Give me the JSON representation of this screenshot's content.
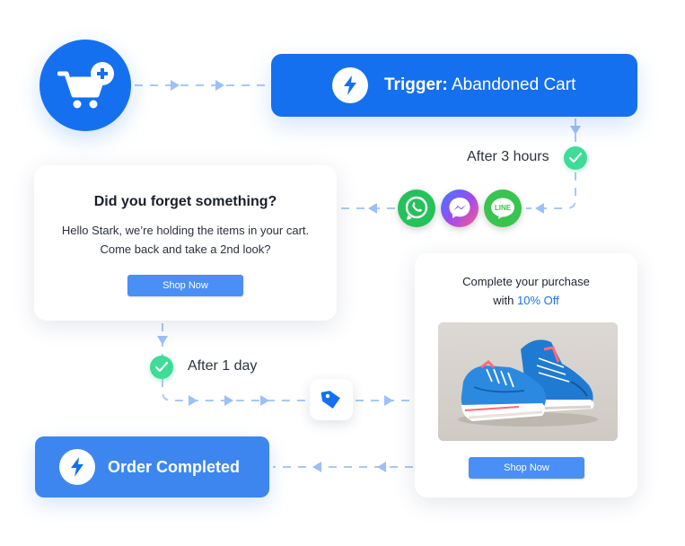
{
  "trigger": {
    "prefix": "Trigger:",
    "event": "Abandoned Cart"
  },
  "delay_1": {
    "label": "After 3 hours"
  },
  "channels": [
    {
      "name": "WhatsApp",
      "icon": "whatsapp-icon",
      "color": "#25c15a"
    },
    {
      "name": "Messenger",
      "icon": "messenger-icon",
      "color": "#8a4cf5"
    },
    {
      "name": "LINE",
      "icon": "line-icon",
      "color": "#39c34f",
      "text": "LINE"
    }
  ],
  "reminder_card": {
    "title": "Did you forget something?",
    "body": "Hello Stark, we’re holding the items in your cart. Come back and take a 2nd look?",
    "button": "Shop Now"
  },
  "delay_2": {
    "label": "After 1 day"
  },
  "offer_card": {
    "line1": "Complete your purchase",
    "line2_prefix": "with ",
    "line2_highlight": "10% Off",
    "button": "Shop Now"
  },
  "order": {
    "label": "Order Completed"
  },
  "colors": {
    "primary": "#1570ef",
    "order_bar": "#3d86f0",
    "button": "#4a8ff5",
    "check": "#3ddc97",
    "connector": "#9cc0f7",
    "highlight": "#1a73e8"
  }
}
